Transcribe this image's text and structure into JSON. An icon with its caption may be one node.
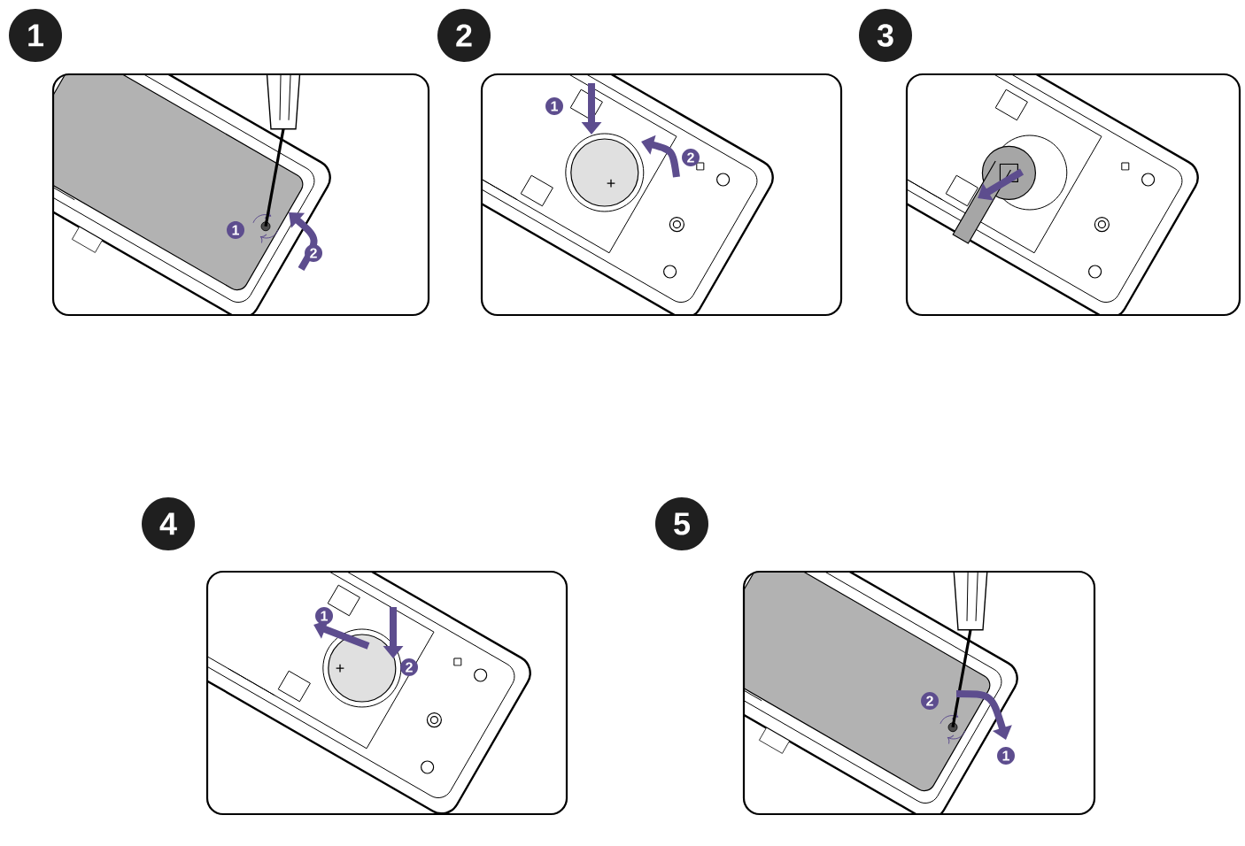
{
  "diagram": {
    "nodes": [
      {
        "text": [
          "1"
        ]
      },
      {
        "text": [
          "2"
        ]
      },
      {
        "text": [
          "3"
        ]
      },
      {
        "text": [
          "4"
        ]
      },
      {
        "text": [
          "5"
        ]
      }
    ],
    "labels": [
      "1",
      "2",
      "1",
      "2",
      "+",
      "1",
      "2",
      "+",
      "2",
      "1"
    ]
  }
}
